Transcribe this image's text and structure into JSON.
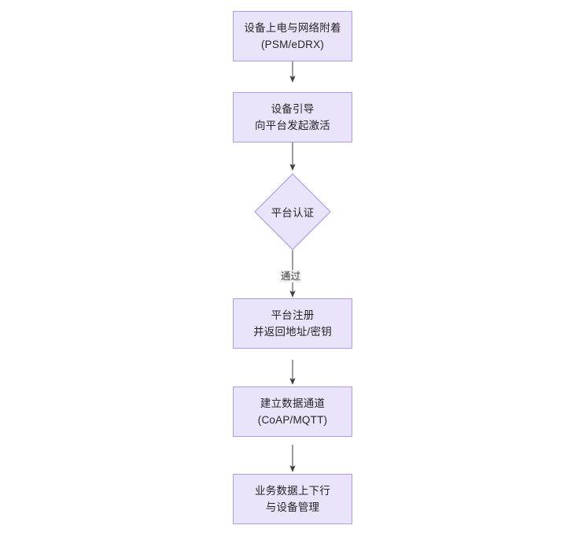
{
  "diagram": {
    "type": "flowchart",
    "orientation": "top-to-bottom",
    "background_color": "#ffffff",
    "node_fill_color": "#e9e4fa",
    "node_border_color": "#b29ae0",
    "edge_color": "#4d4d4d",
    "text_color": "#262626",
    "nodes": [
      {
        "id": "power-on",
        "shape": "rectangle",
        "line1": "设备上电与网络附着",
        "line2": "(PSM/eDRX)"
      },
      {
        "id": "bootstrap",
        "shape": "rectangle",
        "line1": "设备引导",
        "line2": "向平台发起激活"
      },
      {
        "id": "auth",
        "shape": "diamond",
        "line1": "平台认证",
        "line2": ""
      },
      {
        "id": "register",
        "shape": "rectangle",
        "line1": "平台注册",
        "line2": "并返回地址/密钥"
      },
      {
        "id": "channel",
        "shape": "rectangle",
        "line1": "建立数据通道",
        "line2": "(CoAP/MQTT)"
      },
      {
        "id": "data-service",
        "shape": "rectangle",
        "line1": "业务数据上下行",
        "line2": "与设备管理"
      }
    ],
    "edges": [
      {
        "from": "power-on",
        "to": "bootstrap",
        "label": ""
      },
      {
        "from": "bootstrap",
        "to": "auth",
        "label": ""
      },
      {
        "from": "auth",
        "to": "register",
        "label": "通过"
      },
      {
        "from": "register",
        "to": "channel",
        "label": ""
      },
      {
        "from": "channel",
        "to": "data-service",
        "label": ""
      }
    ]
  }
}
